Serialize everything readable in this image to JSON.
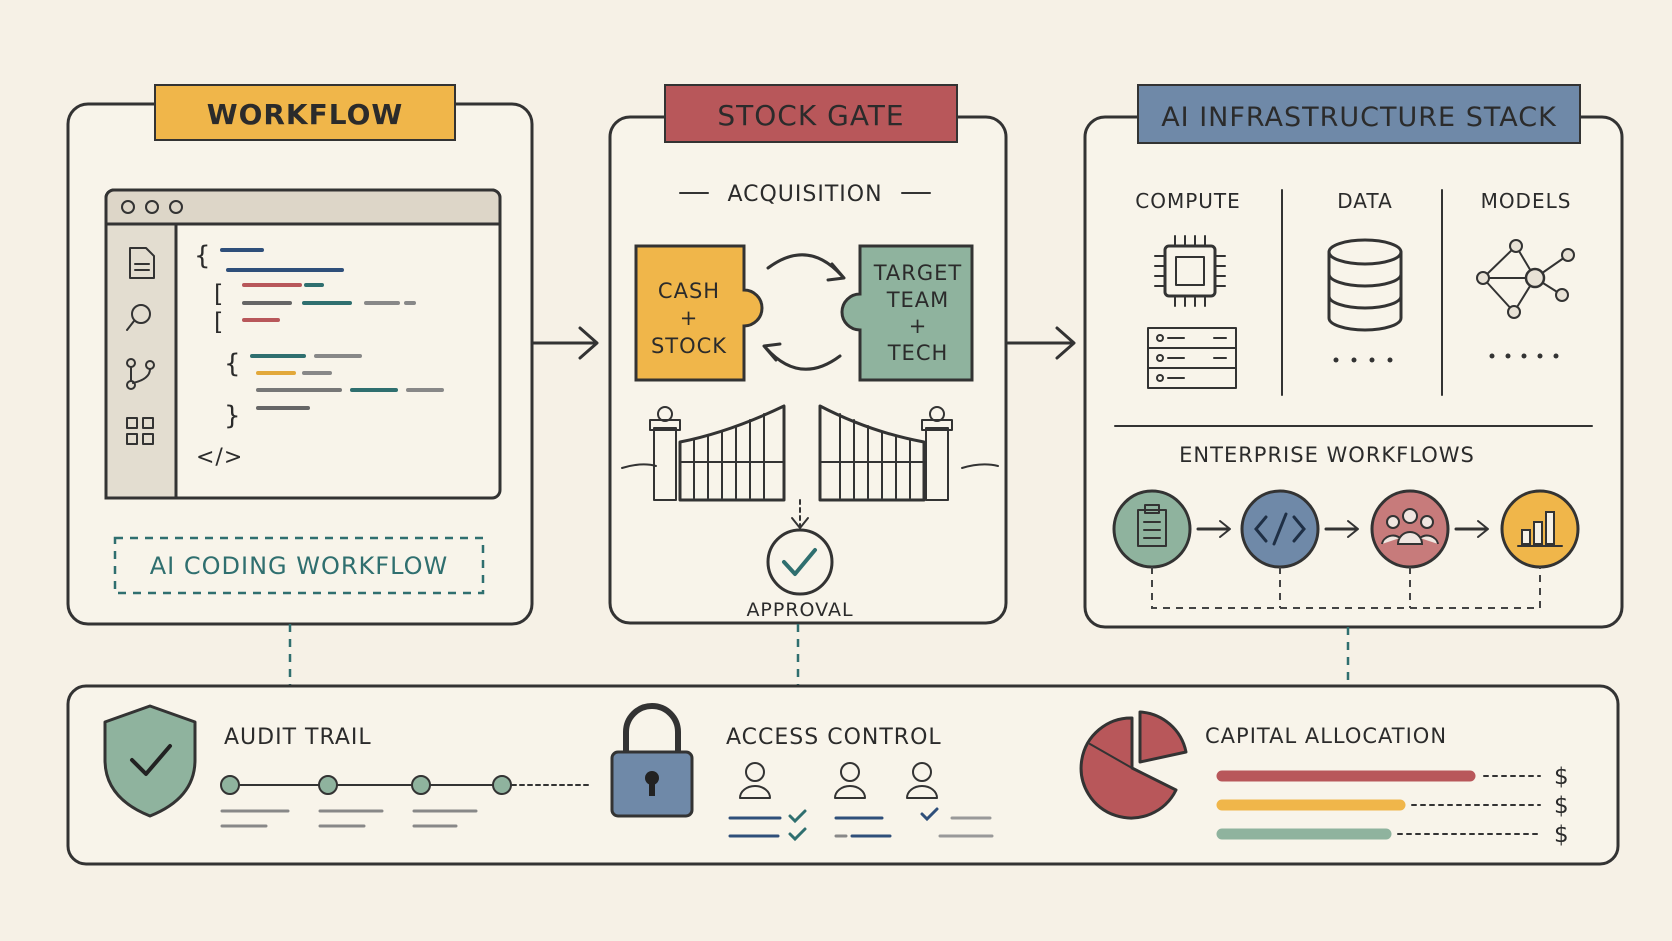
{
  "colors": {
    "yellow": "#f0b64a",
    "red": "#b8575a",
    "blue": "#6f89a8",
    "sage": "#8fb39e",
    "teal": "#2f6f6f",
    "navy": "#2f4f7a",
    "background": "#f6f1e6"
  },
  "workflow": {
    "title": "WORKFLOW",
    "sidebar_icons": [
      "file-icon",
      "search-icon",
      "git-branch-icon",
      "grid-icon"
    ],
    "code_tag": "</>",
    "label": "AI CODING WORKFLOW"
  },
  "stock_gate": {
    "title": "STOCK GATE",
    "subtitle": "ACQUISITION",
    "left_piece": [
      "CASH",
      "+",
      "STOCK"
    ],
    "right_piece": [
      "TARGET",
      "TEAM",
      "+",
      "TECH"
    ],
    "approval": "APPROVAL"
  },
  "ai_stack": {
    "title": "AI INFRASTRUCTURE STACK",
    "columns": [
      "COMPUTE",
      "DATA",
      "MODELS"
    ],
    "workflows_label": "ENTERPRISE WORKFLOWS",
    "workflow_icons": [
      {
        "icon": "clipboard-icon",
        "color": "#8fb39e"
      },
      {
        "icon": "code-icon",
        "color": "#6f89a8"
      },
      {
        "icon": "team-icon",
        "color": "#c77b7b"
      },
      {
        "icon": "bar-chart-icon",
        "color": "#f0b64a"
      }
    ]
  },
  "bottom": {
    "audit": "AUDIT TRAIL",
    "access": "ACCESS CONTROL",
    "capital": "CAPITAL ALLOCATION",
    "dollar": "$"
  }
}
